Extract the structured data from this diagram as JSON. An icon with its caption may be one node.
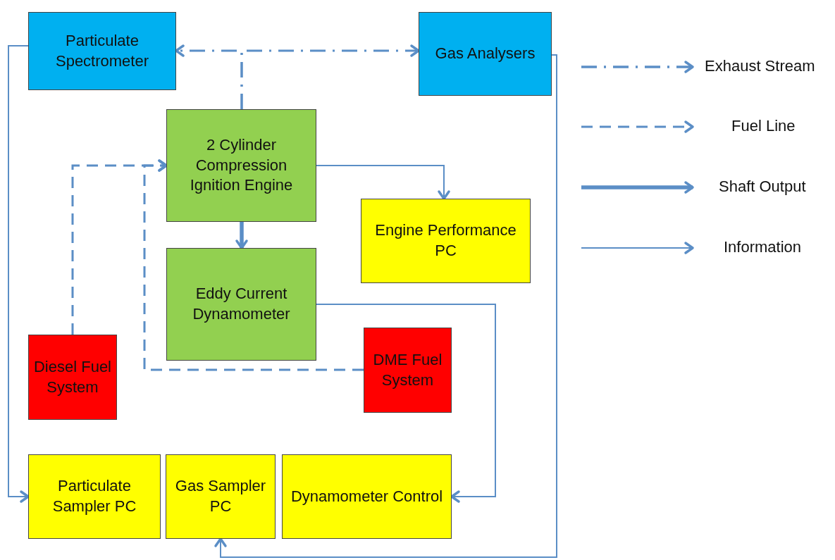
{
  "diagram": {
    "nodes": [
      {
        "text": [
          "Particulate Spectrometer"
        ]
      },
      {
        "text": [
          "Gas Analysers"
        ]
      },
      {
        "text": [
          "2 Cylinder Compression Ignition Engine"
        ]
      },
      {
        "text": [
          "Engine Performance PC"
        ]
      },
      {
        "text": [
          "Eddy Current Dynamometer"
        ]
      },
      {
        "text": [
          "Diesel Fuel System"
        ]
      },
      {
        "text": [
          "DME Fuel System"
        ]
      },
      {
        "text": [
          "Particulate Sampler PC"
        ]
      },
      {
        "text": [
          "Gas Sampler PC"
        ]
      },
      {
        "text": [
          "Dynamometer Control"
        ]
      }
    ],
    "edges": [
      {
        "from": 2,
        "to": 0,
        "arrow": "to",
        "style": "dashed"
      },
      {
        "from": 2,
        "to": 1,
        "arrow": "to",
        "style": "dashed"
      },
      {
        "from": 2,
        "to": 4,
        "arrow": "to",
        "style": "thick"
      },
      {
        "from": 2,
        "to": 3,
        "arrow": "to"
      },
      {
        "from": 4,
        "to": 9,
        "arrow": "to"
      },
      {
        "from": 0,
        "to": 7,
        "arrow": "to"
      },
      {
        "from": 1,
        "to": 8,
        "arrow": "to"
      },
      {
        "from": 5,
        "to": 2,
        "arrow": "to",
        "style": "dashed"
      },
      {
        "from": 6,
        "to": 2,
        "arrow": "to",
        "style": "dashed"
      }
    ],
    "legend": [
      {
        "text": "Exhaust Stream"
      },
      {
        "text": "Fuel Line"
      },
      {
        "text": "Shaft Output"
      },
      {
        "text": "Information"
      }
    ]
  }
}
